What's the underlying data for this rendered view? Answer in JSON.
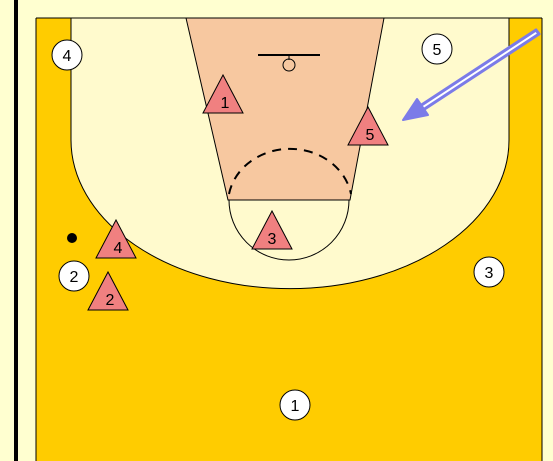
{
  "colors": {
    "outer_background": "#FFFFD0",
    "court": "#FFCC00",
    "three_point_area": "#FFFACD",
    "key": "#F7C8A0",
    "defender_fill": "#F08080",
    "offense_fill": "#FFFFFF",
    "arrow": "#7B7BE8",
    "lines": "#000000"
  },
  "offense": [
    {
      "label": "4"
    },
    {
      "label": "5"
    },
    {
      "label": "2"
    },
    {
      "label": "3"
    },
    {
      "label": "1"
    }
  ],
  "defense": [
    {
      "label": "1"
    },
    {
      "label": "5"
    },
    {
      "label": "3"
    },
    {
      "label": "4"
    },
    {
      "label": "2"
    }
  ],
  "ball": {
    "holder": "offense 2"
  },
  "arrow": {
    "icon": "pass-arrow",
    "style": "hollow double-line arrow"
  }
}
